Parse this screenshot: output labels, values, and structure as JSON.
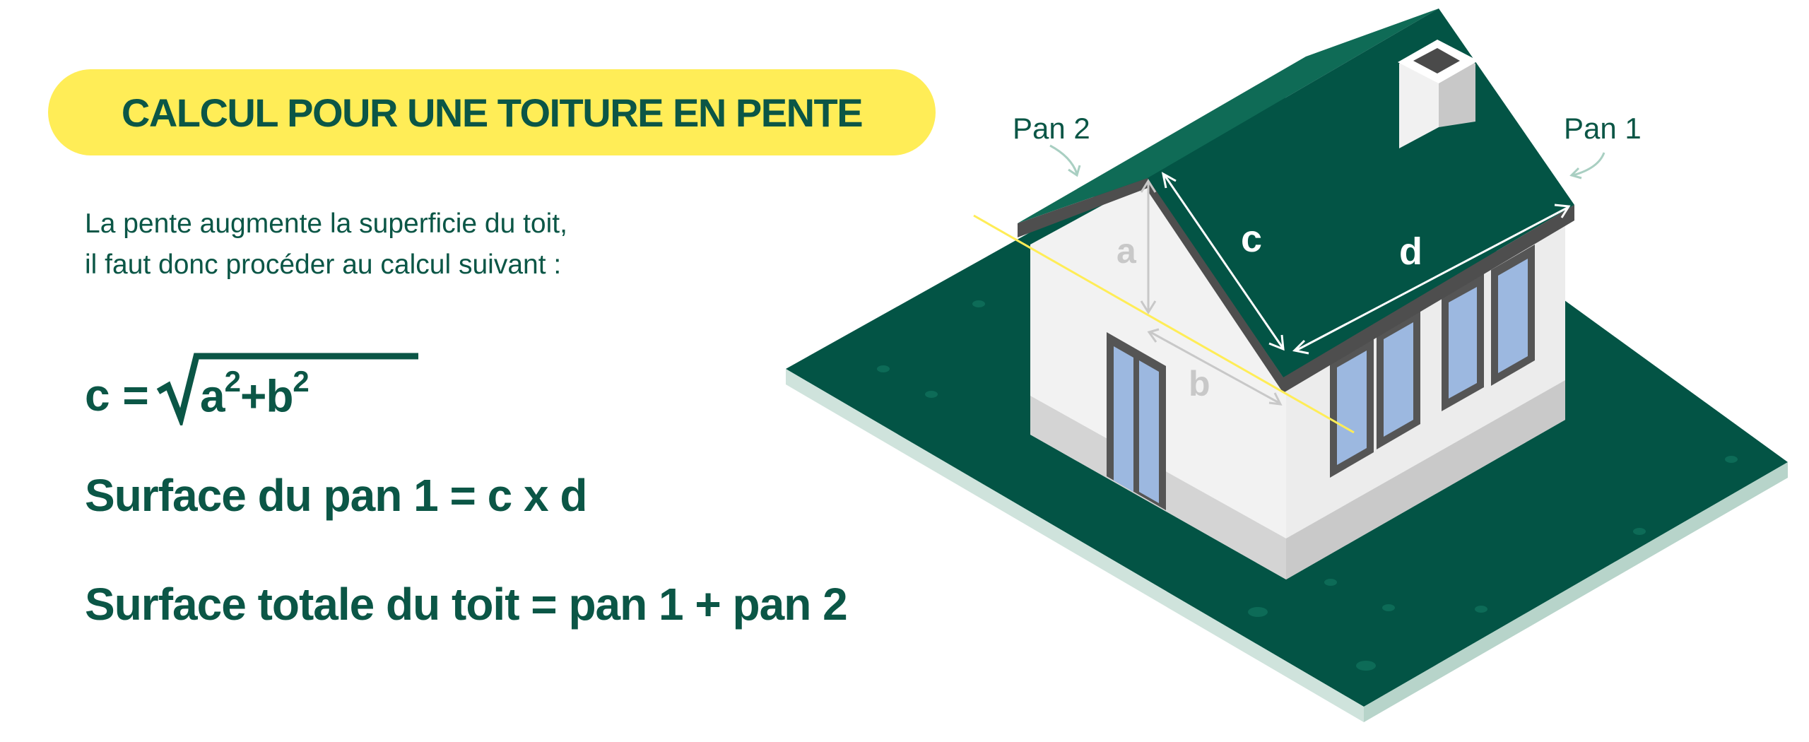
{
  "title": "CALCUL POUR UNE TOITURE EN PENTE",
  "intro": {
    "line1": "La pente augmente la superficie du toit,",
    "line2": "il faut donc procéder au calcul suivant  :"
  },
  "formulas": {
    "c_lhs": "c = ",
    "c_radicand": {
      "a": "a",
      "plus": "+",
      "b": "b",
      "exp": "2"
    },
    "surface_pan1": "Surface du pan 1 = c x d",
    "surface_totale": "Surface totale du toit = pan 1 + pan 2"
  },
  "diagram_labels": {
    "pan2": "Pan 2",
    "pan1": "Pan 1",
    "a": "a",
    "b": "b",
    "c": "c",
    "d": "d"
  },
  "colors": {
    "brand_green": "#0b5646",
    "roof_green": "#035445",
    "highlight_yellow": "#ffed57",
    "window_blue": "#9cb8e0",
    "wall_light": "#f2f2f2"
  }
}
